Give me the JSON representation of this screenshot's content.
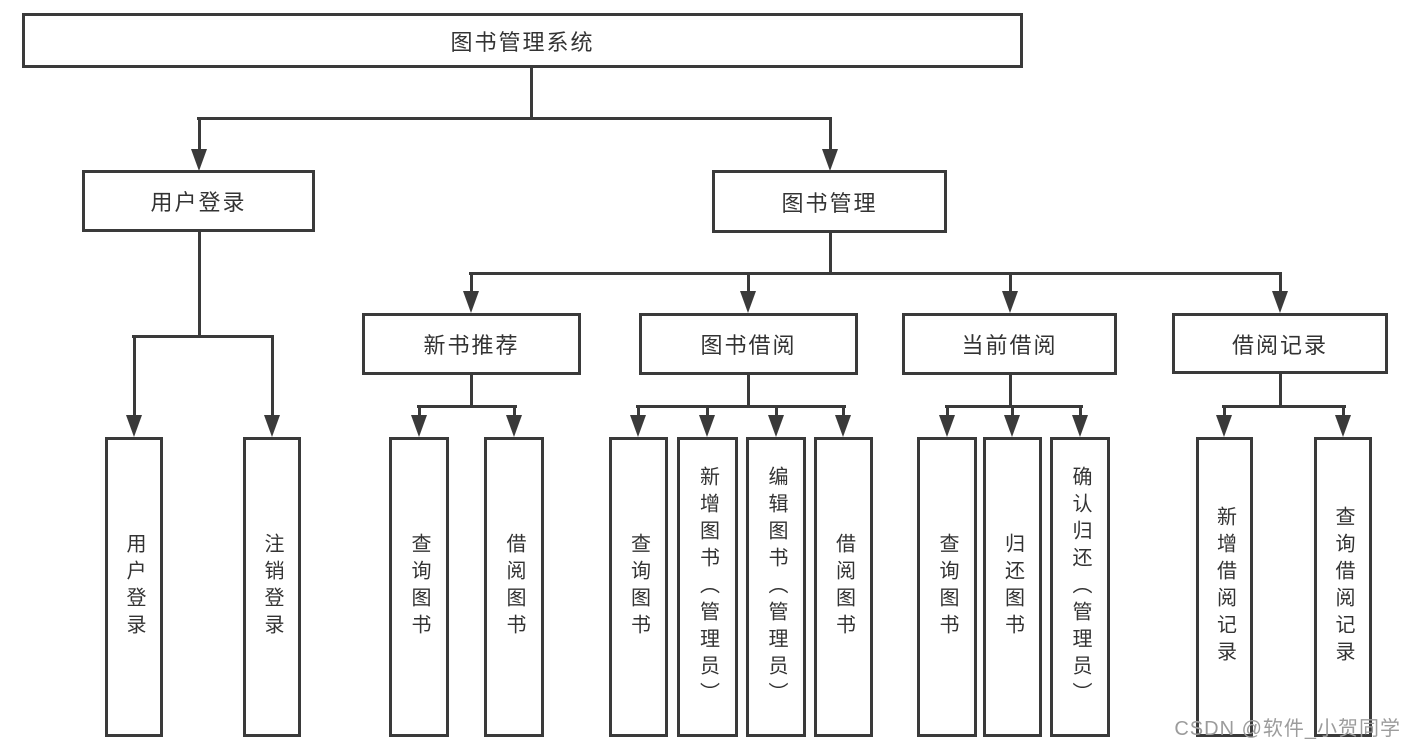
{
  "colors": {
    "line": "#3a3a3a",
    "text": "#333333",
    "watermark_gray": "#9c9c9c",
    "background": "#ffffff"
  },
  "watermark": {
    "text": "CSDN @软件_小贺同学"
  },
  "tree": {
    "root": {
      "label": "图书管理系统",
      "children": [
        {
          "label": "用户登录",
          "children": [
            {
              "label": "用户登录"
            },
            {
              "label": "注销登录"
            }
          ]
        },
        {
          "label": "图书管理",
          "children": [
            {
              "label": "新书推荐",
              "children": [
                {
                  "label": "查询图书"
                },
                {
                  "label": "借阅图书"
                }
              ]
            },
            {
              "label": "图书借阅",
              "children": [
                {
                  "label": "查询图书"
                },
                {
                  "label": "新增图书（管理员）"
                },
                {
                  "label": "编辑图书（管理员）"
                },
                {
                  "label": "借阅图书"
                }
              ]
            },
            {
              "label": "当前借阅",
              "children": [
                {
                  "label": "查询图书"
                },
                {
                  "label": "归还图书"
                },
                {
                  "label": "确认归还（管理员）"
                }
              ]
            },
            {
              "label": "借阅记录",
              "children": [
                {
                  "label": "新增借阅记录"
                },
                {
                  "label": "查询借阅记录"
                }
              ]
            }
          ]
        }
      ]
    }
  }
}
